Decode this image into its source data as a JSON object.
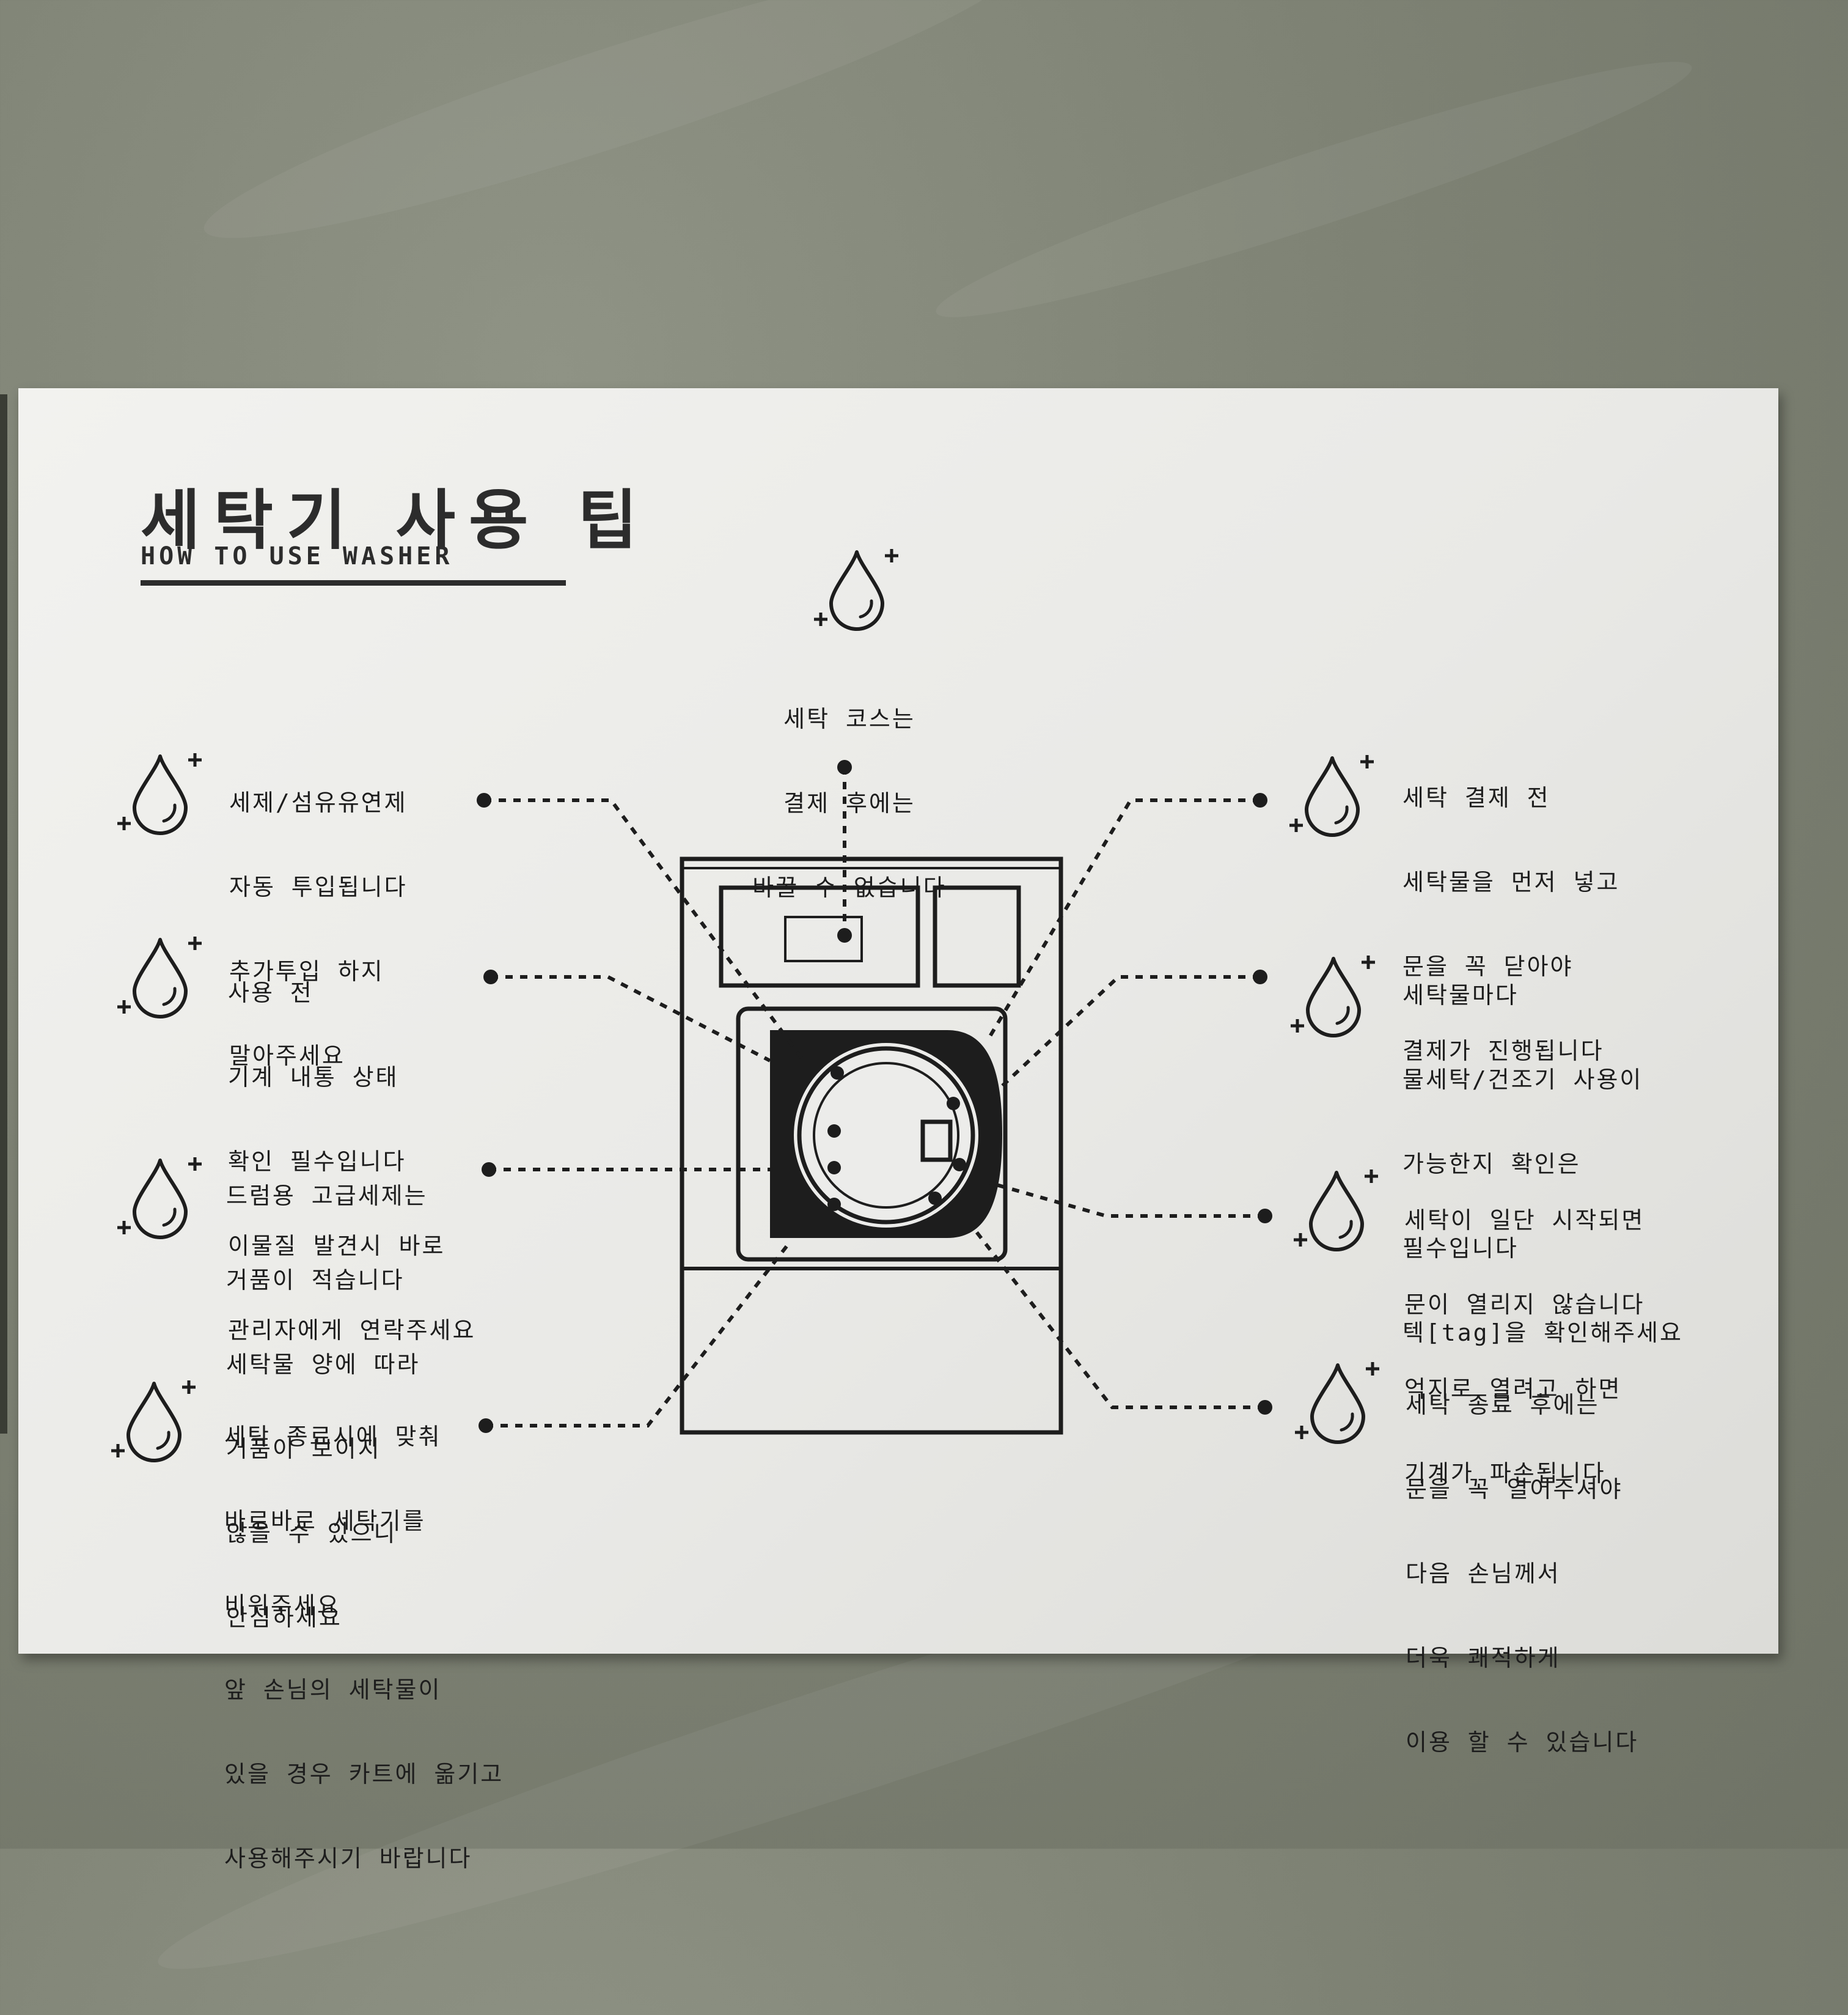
{
  "sign": {
    "title": "세탁기 사용 팁",
    "subtitle": "HOW TO USE WASHER"
  },
  "tips": {
    "center": [
      "세탁 코스는",
      "결제 후에는",
      "바꿀 수 없습니다"
    ],
    "left": [
      [
        "세제/섬유유연제",
        "자동 투입됩니다",
        "추가투입 하지",
        "말아주세요"
      ],
      [
        "사용 전",
        "기계 내통 상태",
        "확인 필수입니다",
        "이물질 발견시 바로",
        "관리자에게 연락주세요"
      ],
      [
        "드럼용 고급세제는",
        "거품이 적습니다",
        "세탁물 양에 따라",
        "거품이 보이지",
        "않을 수 있으니",
        "안심하세요"
      ],
      [
        "세탁 종료시에 맞춰",
        "바로바로 세탁기를",
        "비워주세요",
        "앞 손님의 세탁물이",
        "있을 경우 카트에 옮기고",
        "사용해주시기 바랍니다"
      ]
    ],
    "right": [
      [
        "세탁 결제 전",
        "세탁물을 먼저 넣고",
        "문을 꼭 닫아야",
        "결제가 진행됩니다"
      ],
      [
        "세탁물마다",
        "물세탁/건조기 사용이",
        "가능한지 확인은",
        "필수입니다",
        "텍[tag]을 확인해주세요"
      ],
      [
        "세탁이 일단 시작되면",
        "문이 열리지 않습니다",
        "억지로 열려고 하면",
        "기계가 파손됩니다"
      ],
      [
        "세탁 종료 후에는",
        "문을 꼭 열어주셔야",
        "다음 손님께서",
        "더욱 쾌적하게",
        "이용 할 수 있습니다"
      ]
    ]
  },
  "icons": {
    "tip_icon": "water-drop-plus-icon",
    "machine": "washing-machine-illustration"
  },
  "colors": {
    "ink": "#1d1d1d",
    "board": "#ececea",
    "wall": "#7e8274"
  }
}
